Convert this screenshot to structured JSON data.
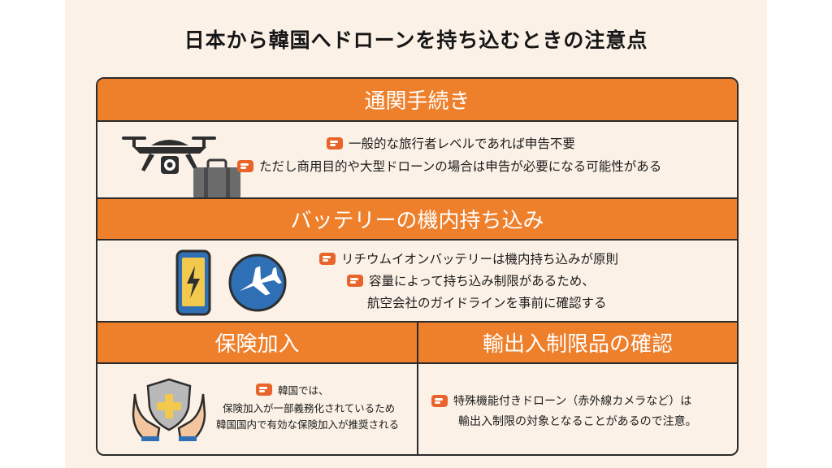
{
  "title": "日本から韓国へドローンを持ち込むときの注意点",
  "sections": {
    "customs": {
      "heading": "通関手続き",
      "lines": [
        "一般的な旅行者レベルであれば申告不要",
        "ただし商用目的や大型ドローンの場合は申告が必要になる可能性がある"
      ]
    },
    "battery": {
      "heading": "バッテリーの機内持ち込み",
      "lines": [
        "リチウムイオンバッテリーは機内持ち込みが原則",
        "容量によって持ち込み制限があるため、",
        "航空会社のガイドラインを事前に確認する"
      ]
    },
    "insurance": {
      "heading": "保険加入",
      "lines": [
        "韓国では、",
        "保険加入が一部義務化されているため",
        "韓国国内で有効な保険加入が推奨される"
      ]
    },
    "export": {
      "heading": "輸出入制限品の確認",
      "lines": [
        "特殊機能付きドローン（赤外線カメラなど）は",
        "輸出入制限の対象となることがあるので注意。"
      ]
    }
  },
  "colors": {
    "accent": "#ee7f2b",
    "background": "#fbf1e6",
    "border": "#2b2b2b",
    "icon_blue": "#2f6fb5",
    "icon_dark": "#2e2e2e"
  },
  "icons": [
    "drone-icon",
    "suitcase-icon",
    "phone-battery-icon",
    "airplane-icon",
    "insurance-hands-icon",
    "pointing-hand-icon"
  ]
}
